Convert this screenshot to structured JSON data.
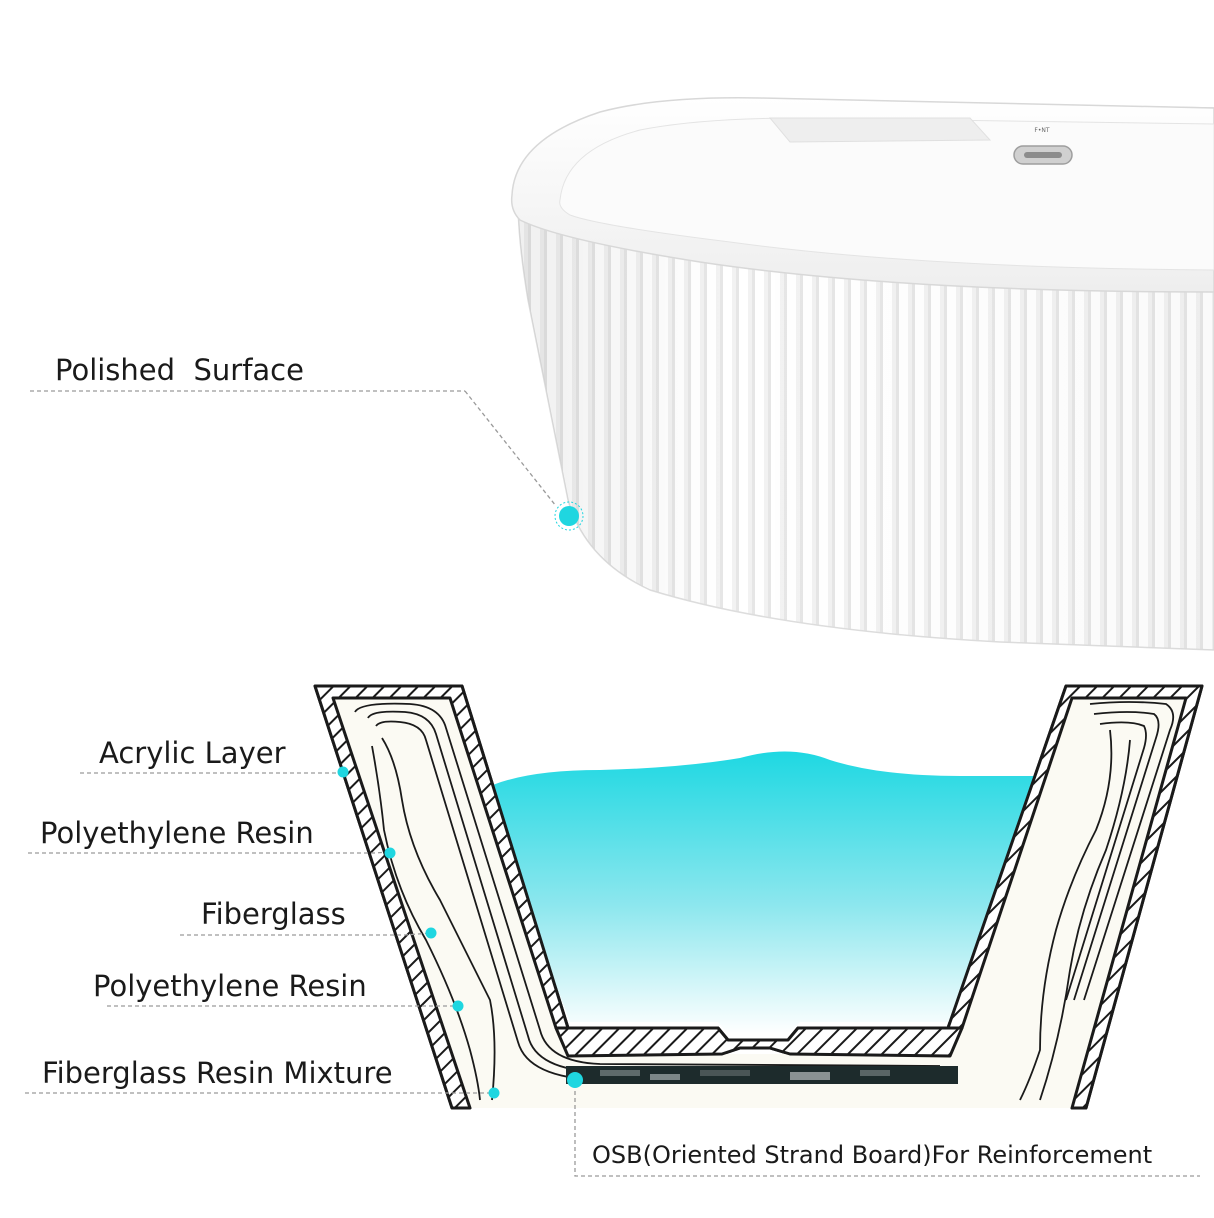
{
  "callouts": {
    "polished_surface": "Polished  Surface",
    "acrylic_layer": "Acrylic Layer",
    "polyethylene_resin_1": "Polyethylene Resin",
    "fiberglass": "Fiberglass",
    "polyethylene_resin_2": "Polyethylene Resin",
    "fiberglass_resin_mixture": "Fiberglass Resin Mixture",
    "osb_reinforcement": "OSB(Oriented Strand Board)For Reinforcement"
  },
  "colors": {
    "marker": "#1fd6e0",
    "water_top": "#1ed8e2",
    "leader_line": "#9a9a9a",
    "outline": "#1a1a1a",
    "tub_white": "#ffffff"
  },
  "icons": {
    "polished_marker": "circle-marker-icon",
    "layer_markers": "dot-marker-icon"
  }
}
